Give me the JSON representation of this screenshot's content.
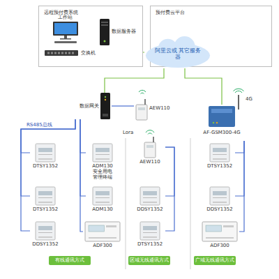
{
  "diagram": {
    "nodes": [
      {
        "text": [
          "远程预付费系统"
        ]
      },
      {
        "text": [
          "工作站"
        ],
        "in": 0
      },
      {
        "text": [
          "数据服务器"
        ],
        "in": 0
      },
      {
        "text": [
          "交换机"
        ],
        "in": 0
      },
      {
        "text": [
          "预付费云平台"
        ]
      },
      {
        "text": [
          "阿里云或 其它服务器"
        ]
      },
      {
        "text": [
          "数据网关"
        ]
      },
      {
        "text": [
          "AEW110"
        ]
      },
      {
        "text": [
          "AF-GSM300-4G"
        ]
      },
      {
        "text": [
          "DTSY1352"
        ]
      },
      {
        "text": [
          "ADM130",
          "安全用电 管理终端"
        ]
      },
      {
        "text": [
          "AEW110"
        ]
      },
      {
        "text": [
          "DTSY1352"
        ]
      },
      {
        "text": [
          "DTSY1352"
        ]
      },
      {
        "text": [
          "ADM130"
        ]
      },
      {
        "text": [
          "DDSY1352"
        ]
      },
      {
        "text": [
          "DDSY1352"
        ]
      },
      {
        "text": [
          "DDSY1352"
        ]
      },
      {
        "text": [
          "ADF300"
        ]
      },
      {
        "text": [
          "DTSY1352"
        ]
      },
      {
        "text": [
          "ADF300"
        ]
      },
      {
        "text": [
          "有线通讯方式"
        ]
      },
      {
        "text": [
          "区域无线通讯方式"
        ]
      },
      {
        "text": [
          "广域无线通讯方式"
        ]
      }
    ],
    "edges": [
      {
        "from": 1,
        "to": 3,
        "arrow": "none"
      },
      {
        "from": 2,
        "to": 3,
        "arrow": "none"
      },
      {
        "from": 3,
        "to": 5,
        "arrow": "none"
      },
      {
        "from": 5,
        "to": 6,
        "arrow": "none"
      },
      {
        "from": 5,
        "to": 8,
        "arrow": "none"
      },
      {
        "from": 6,
        "to": 7,
        "arrow": "none"
      },
      {
        "from": 6,
        "to": 9,
        "arrow": "none"
      },
      {
        "from": 6,
        "to": 13,
        "arrow": "none"
      },
      {
        "from": 6,
        "to": 17,
        "arrow": "none"
      },
      {
        "from": 6,
        "to": 10,
        "arrow": "none"
      },
      {
        "from": 6,
        "to": 14,
        "arrow": "none"
      },
      {
        "from": 6,
        "to": 18,
        "arrow": "none"
      },
      {
        "from": 11,
        "to": 15,
        "arrow": "none"
      },
      {
        "from": 11,
        "to": 19,
        "arrow": "none"
      },
      {
        "from": 8,
        "to": 12,
        "arrow": "none"
      },
      {
        "from": 8,
        "to": 16,
        "arrow": "none"
      },
      {
        "from": 8,
        "to": 20,
        "arrow": "none"
      }
    ],
    "labels": [
      "RS485总线",
      "Lora",
      "4G"
    ]
  }
}
